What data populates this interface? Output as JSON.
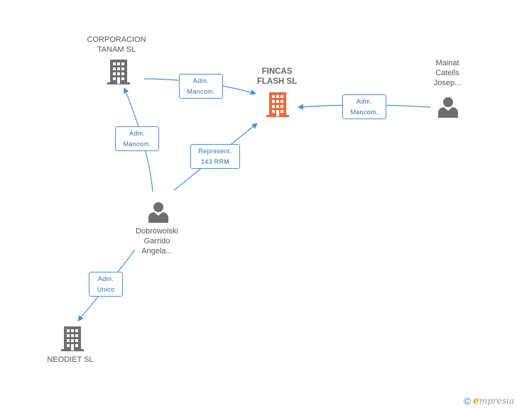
{
  "nodes": {
    "fincas": {
      "label_lines": [
        "FINCAS",
        "FLASH SL"
      ],
      "icon": "building-icon",
      "color": "#f06a3c"
    },
    "corporacion": {
      "label_lines": [
        "CORPORACION",
        "TANAM SL"
      ],
      "icon": "building-icon",
      "color": "#6e6e6e"
    },
    "mainat": {
      "label_lines": [
        "Mainat",
        "Catells",
        "Josep..."
      ],
      "icon": "person-icon",
      "color": "#6e6e6e"
    },
    "dobrowolski": {
      "label_lines": [
        "Dobrowolski",
        "Garrido",
        "Angela..."
      ],
      "icon": "person-icon",
      "color": "#6e6e6e"
    },
    "neodiet": {
      "label_lines": [
        "NEODIET SL"
      ],
      "icon": "building-icon",
      "color": "#6e6e6e"
    }
  },
  "edges": {
    "corp_to_fincas": {
      "from": "corporacion",
      "to": "fincas",
      "label_lines": [
        "Adm.",
        "Mancom."
      ]
    },
    "mainat_to_fincas": {
      "from": "mainat",
      "to": "fincas",
      "label_lines": [
        "Adm.",
        "Mancom."
      ]
    },
    "dobro_to_corp": {
      "from": "dobrowolski",
      "to": "corporacion",
      "label_lines": [
        "Adm.",
        "Mancom."
      ]
    },
    "dobro_to_fincas": {
      "from": "dobrowolski",
      "to": "fincas",
      "label_lines": [
        "Represent.",
        "143 RRM"
      ]
    },
    "dobro_to_neodiet": {
      "from": "dobrowolski",
      "to": "neodiet",
      "label_lines": [
        "Adm.",
        "Unico"
      ]
    }
  },
  "colors": {
    "edge": "#4a90d9",
    "edge_label_text": "#2f6fb3"
  },
  "footer": {
    "copyright_symbol": "©",
    "brand_initial": "e",
    "brand_rest": "mpresia"
  }
}
